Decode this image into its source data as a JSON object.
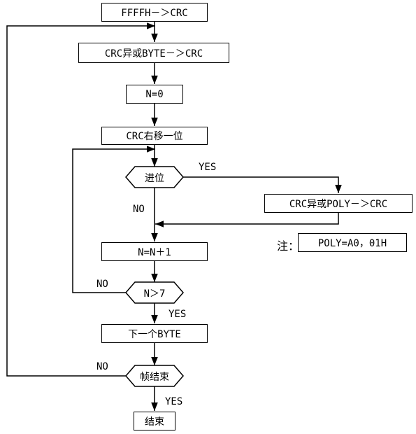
{
  "nodes": {
    "init": "FFFFH－＞CRC",
    "xor_byte": "CRC异或BYTE－＞CRC",
    "n_zero": "N=0",
    "shift": "CRC右移一位",
    "carry": "进位",
    "xor_poly": "CRC异或POLY－＞CRC",
    "n_inc": "N=N＋1",
    "n_gt7": "N＞7",
    "next_byte": "下一个BYTE",
    "frame_end": "帧结束",
    "end": "结束"
  },
  "labels": {
    "carry_yes": "YES",
    "carry_no": "NO",
    "n_gt7_no": "NO",
    "n_gt7_yes": "YES",
    "frame_no": "NO",
    "frame_yes": "YES"
  },
  "note": {
    "prefix": "注：",
    "text": "POLY=A0，01H"
  }
}
